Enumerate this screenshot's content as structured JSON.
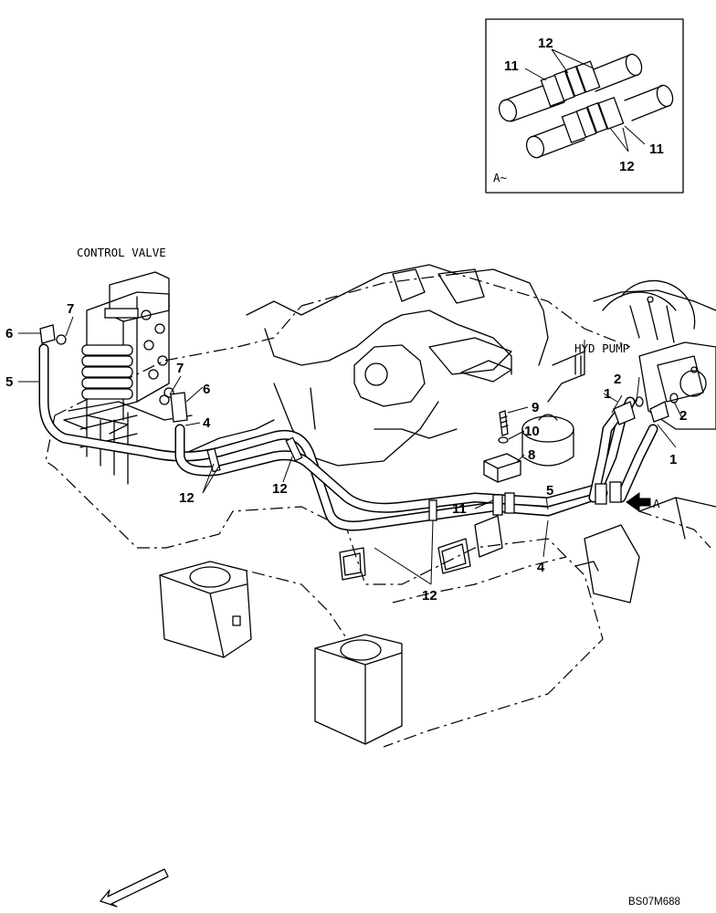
{
  "captions": {
    "control_valve": "CONTROL VALVE",
    "hyd_pump": "HYD PUMP",
    "detail_view": "A~",
    "view_arrow": "A",
    "drawing_code": "BS07M688"
  },
  "callouts": {
    "c6": "6",
    "c7a": "7",
    "c5a": "5",
    "c7b": "7",
    "c6b": "6",
    "c4a": "4",
    "c12a": "12",
    "c12b": "12",
    "c12c": "12",
    "c9": "9",
    "c10": "10",
    "c8": "8",
    "c11": "11",
    "c1a": "1",
    "c2a": "2",
    "c2b": "2",
    "c1b": "1",
    "c5b": "5",
    "c4b": "4",
    "d12a": "12",
    "d11a": "11",
    "d11b": "11",
    "d12b": "12"
  }
}
